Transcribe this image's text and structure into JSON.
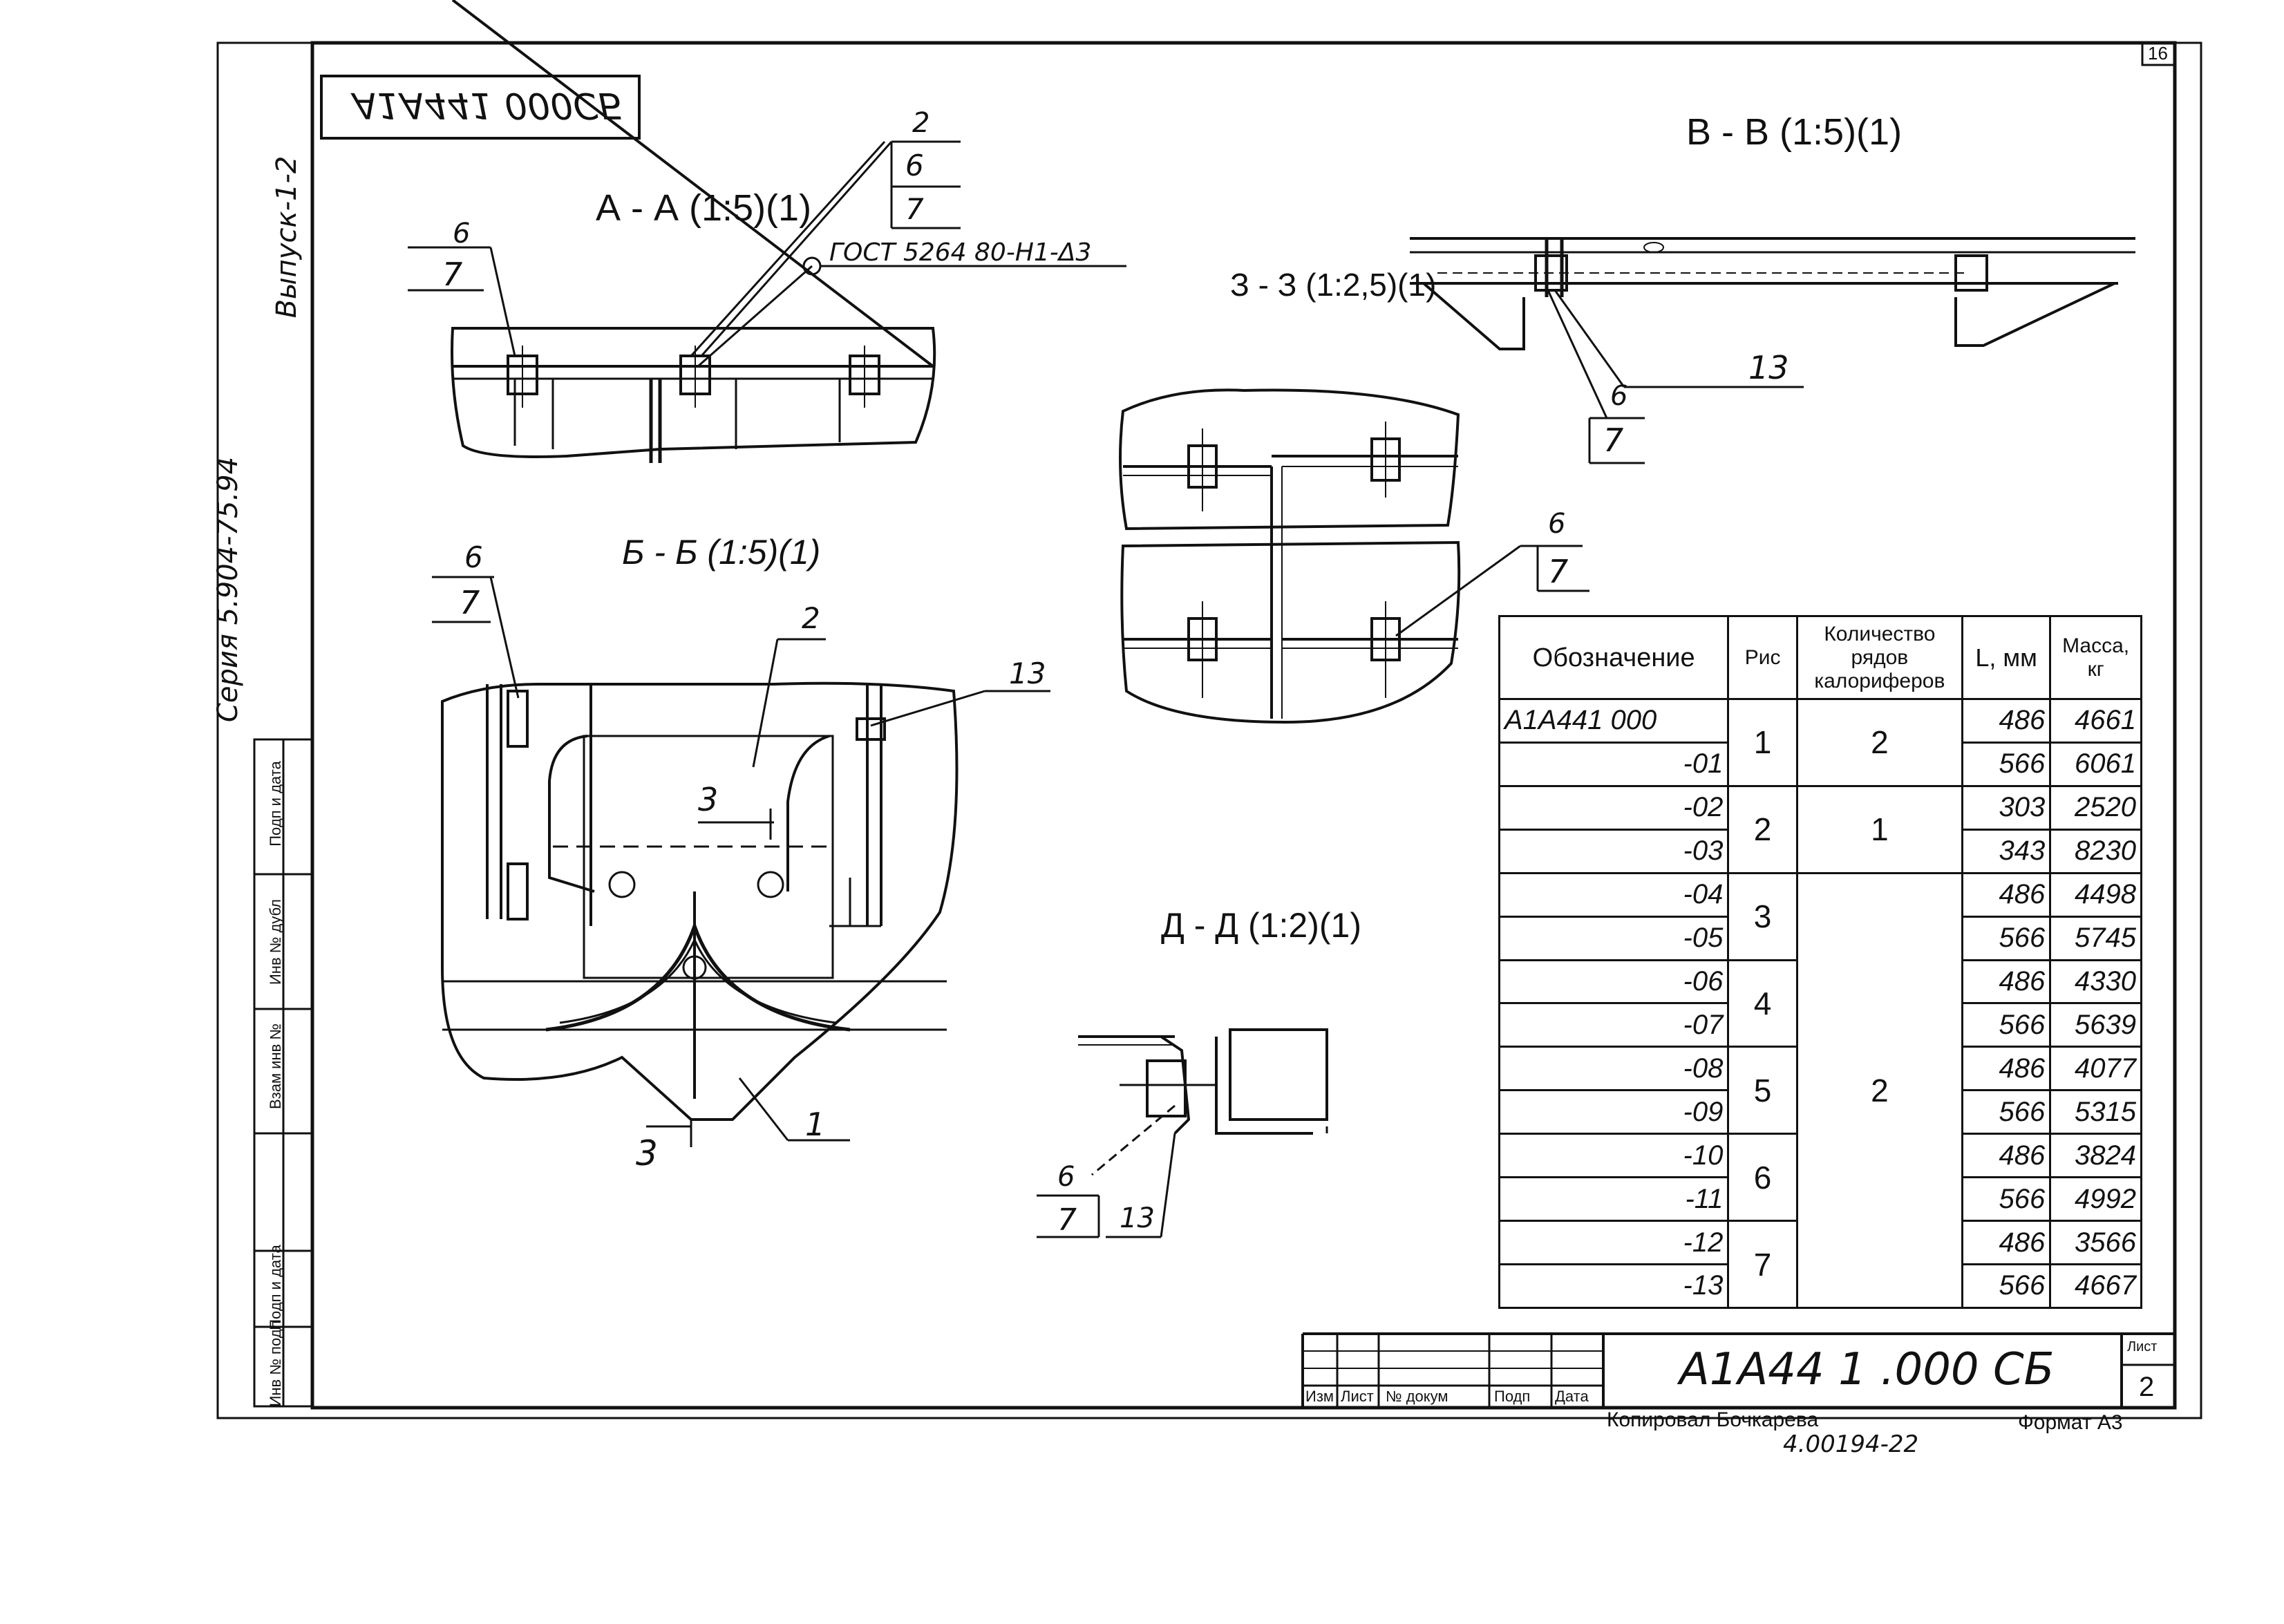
{
  "sheet": {
    "page_number": "16",
    "sheet_number": "2",
    "sheet_label": "Лист",
    "drawing_code_top": "А1А441 000СБ",
    "drawing_code_stamp": "А1А44 1 .000 СБ",
    "series": "Серия 5.904-75.94",
    "issue": "Выпуск-1-2",
    "copied_by": "Копировал Бочкарева",
    "format": "Формат А3",
    "archive_number": "4.00194-22"
  },
  "side_strip": {
    "labels": [
      "Инв № подл",
      "Подп и дата",
      "Взам инв №",
      "Инв № дубл",
      "Подп и дата"
    ]
  },
  "stamp_columns": [
    "Изм",
    "Лист",
    "№ докум",
    "Подп",
    "Дата"
  ],
  "views": {
    "aa_title": "А - А (1:5)(1)",
    "bb_title": "Б - Б (1:5)(1)",
    "vv_title": "В - В (1:5)(1)",
    "zz_title": "З - З (1:2,5)(1)",
    "dd_title": "Д - Д (1:2)(1)",
    "weld_note": "ГОСТ 5264 80-Н1-Δ3"
  },
  "callouts": {
    "aa_left": [
      "6",
      "7"
    ],
    "aa_right": [
      "2",
      "6",
      "7"
    ],
    "bb_left": [
      "6",
      "7"
    ],
    "bb_pos2": "2",
    "bb_pos13": "13",
    "bb_pos1": "1",
    "section3": "3",
    "zz_pos13": "13",
    "zz_bottom": [
      "6",
      "7"
    ],
    "detail_mid": [
      "6",
      "7"
    ],
    "dd": [
      "6",
      "7",
      "13"
    ]
  },
  "spec_table": {
    "headers": [
      "Обозначение",
      "Рис",
      "Количество рядов калориферов",
      "L, мм",
      "Масса, кг"
    ],
    "rows": [
      {
        "designation": "А1А441 000",
        "L": "486",
        "mass": "4661"
      },
      {
        "designation": "-01",
        "L": "566",
        "mass": "6061"
      },
      {
        "designation": "-02",
        "L": "303",
        "mass": "2520"
      },
      {
        "designation": "-03",
        "L": "343",
        "mass": "8230"
      },
      {
        "designation": "-04",
        "L": "486",
        "mass": "4498"
      },
      {
        "designation": "-05",
        "L": "566",
        "mass": "5745"
      },
      {
        "designation": "-06",
        "L": "486",
        "mass": "4330"
      },
      {
        "designation": "-07",
        "L": "566",
        "mass": "5639"
      },
      {
        "designation": "-08",
        "L": "486",
        "mass": "4077"
      },
      {
        "designation": "-09",
        "L": "566",
        "mass": "5315"
      },
      {
        "designation": "-10",
        "L": "486",
        "mass": "3824"
      },
      {
        "designation": "-11",
        "L": "566",
        "mass": "4992"
      },
      {
        "designation": "-12",
        "L": "486",
        "mass": "3566"
      },
      {
        "designation": "-13",
        "L": "566",
        "mass": "4667"
      }
    ],
    "fig_groups": [
      "1",
      "2",
      "3",
      "4",
      "5",
      "6",
      "7"
    ],
    "rows_groups": [
      "2",
      "1",
      "2"
    ]
  }
}
